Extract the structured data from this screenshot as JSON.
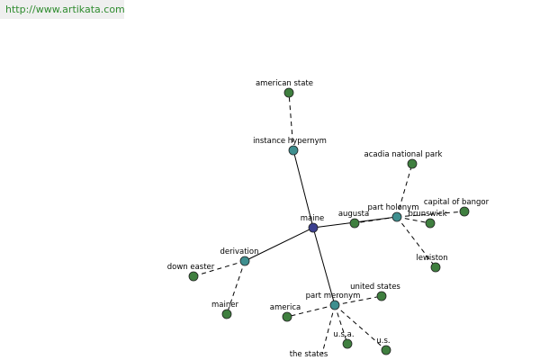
{
  "credit": "http://www.artikata.com",
  "colors": {
    "center": "#3b3f8f",
    "relation": "#3f8f8f",
    "leaf": "#3f7f3f"
  },
  "nodes": {
    "maine": "maine",
    "instance_hypernym": "instance hypernym",
    "american_state": "american state",
    "part_holonym": "part holonym",
    "augusta": "augusta",
    "acadia_national_park": "acadia national park",
    "capital_of_bangor": "capital of bangor",
    "brunswick": "brunswick",
    "lewiston": "lewiston",
    "derivation": "derivation",
    "down_easter": "down easter",
    "mainer": "mainer",
    "part_meronym": "part meronym",
    "united_states": "united states",
    "america": "america",
    "usa": "u.s.a.",
    "us": "u.s.",
    "the_states": "the states"
  }
}
